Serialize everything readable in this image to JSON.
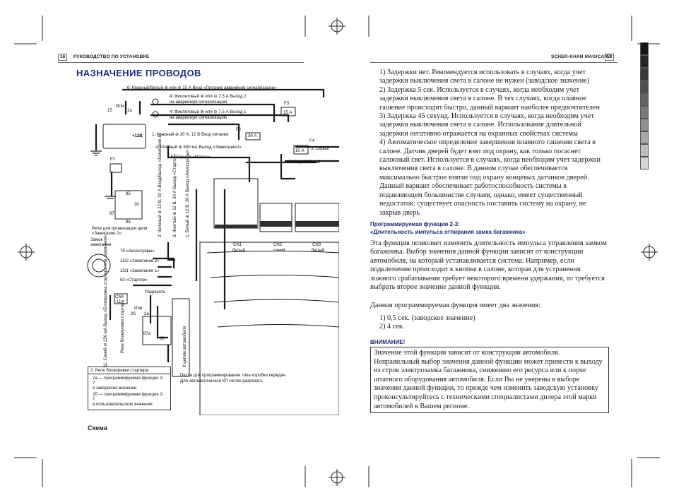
{
  "left_page": {
    "page_number": "16",
    "header": "РУКОВОДСТВО ПО УСТАНОВКЕ",
    "title": "НАЗНАЧЕНИЕ ПРОВОДОВ",
    "caption": "Схема",
    "diagram": {
      "wires_top": [
        "6: Красный/белый ⊕ или ⊖ 15 А Вход «Питание аварийной сигнализации»",
        "4: Фиолетовый ⊕ или ⊖ 7,5 А Выход 2",
        "на аварийную сигнализацию",
        "4: Фиолетовый ⊕ или ⊖ 7,5 А Выход 1",
        "на аварийную сигнализацию",
        "1: Красный ⊕ 30 А, 12 В Вход питания",
        "4: Розовый ⊕ 500 мА Выход «Зажигание2»",
        "5: Черный «Масса»",
        "3: Серый",
        "2: Серый/белый"
      ],
      "labels": {
        "ili": "Или",
        "t15": "15",
        "t1a": "1а",
        "battery": "+12В",
        "fuse_f1": "F1",
        "fuse_f2": "F2",
        "fuse_f3": "F3",
        "fuse_f4": "F4",
        "f2_val": "30 А",
        "f3_val": "15 А",
        "f4_val": "10 А",
        "r85": "85",
        "r30": "30",
        "r87": "87",
        "r86": "86",
        "relay_caption": "Реле для организации цепи «Зажигание 2»",
        "lock_caption": "Замок зажигания",
        "pin75": "75 «Аксессуары»",
        "pin152": "15/2 «Зажигание 2»",
        "pin151": "15/1 «Зажигание 1»",
        "pin50": "50 «Стартер»",
        "cut": "Разрезать",
        "cn4": "CN4 -11-",
        "ili2": "Или",
        "r2b": "2б",
        "r2a": "2а",
        "r87a": "87а",
        "r30b": "30",
        "starter_relay": "Реле блокировки стартера",
        "wire11": "11: Синий ⊖ 250 мА Выход «Блокировка стартера или зажигания»",
        "to_car": "К цепям автомобиля",
        "v_wires": [
          "2: Зеленый ⊕ 12 В, 30 А Вход/Выход «Зажигание 1»",
          "3: Желтый ⊕ 12 В, 30 А Выход «Стартер»",
          "1: Белый ⊕ 12 В, 30 А Выход «Аксессуары»"
        ],
        "cn1": "CN1",
        "cn1_sub": "белый",
        "cn2": "CN2",
        "cn2_sub": "синий",
        "cn3": "CN3",
        "cn3_sub": "белый",
        "loop_line1": "Петля для программирования типа коробки передач.",
        "loop_line2": "Для автоматической КП петлю разрезать",
        "relay_box_title": "2. Реле блокировки стартера",
        "relay_2a": "2а — программируемая функция 2-7",
        "relay_2a_sub": "в заводском значении",
        "relay_2b": "2б — программируемая функция 2-7",
        "relay_2b_sub": "в пользовательском значении"
      }
    }
  },
  "right_page": {
    "page_number": "53",
    "header": "SCHER-KHAN MAGICAR 7",
    "delay_items": [
      "1)  Задержки нет. Рекомендуется использовать в случаях, когда учет задержки выключения света в салоне не нужен (заводское значение)",
      "2)  Задержка 5 сек. Используется в случаях, когда необходим учет задержки выключения света в салоне. В тех случаях, когда плавное гашение происходит быстро, данный вариант наиболее предпочтителен",
      "3)  Задержка 45 секунд. Используется в случаях, когда необходим учет задержки выключения света в салоне. Использование длительной задержки негативно отражается на охранных свойствах системы",
      "4)  Автоматическое определение завершения плавного гашения света в салоне. Датчик дверей будет взят под охрану, как только погаснет салонный свет. Используется в случаях, когда необходим учет задержки выключения света в салоне. В данном случае обеспечивается максимально быстрое взятие под охрану концевых датчиков дверей. Данный вариант обеспечивает работоспособность системы в подавляющем большинстве случаев, однако, имеет существенный недостаток: существует опасность поставить систему на охрану, не закрыв дверь"
    ],
    "func_heading_1": "Программируемая функция 2-3:",
    "func_heading_2": "«Длительность импульса отпирания замка багажника»",
    "func_para_1": "Эта функция позволяет изменить длительность импульса управления замком багажника. Выбор значения данной функции зависит от конструкции автомобиля, на который устанавливается система. Например, если подключение происходит к кнопке в салоне, которая для устранения ложного срабатывания требует некоторого времени удержания, то требуется выбрать второе значение данной функции.",
    "func_para_2": "Данная программируемая функция имеет два значения:",
    "values": [
      "1)  0,5 сек. (заводское значение)",
      "2)  4 сек."
    ],
    "warning_title": "ВНИМАНИЕ!",
    "warning_text": "Значение этой функции зависит от конструкции автомобиля. Неправильный выбор значения данной функции может привести к выходу из строя электрозамка багажника, снижению его ресурса или к порче штатного оборудования автомобиля. Если Вы не уверены в выборе значения данной функции, то прежде чем изменить заводскую установку проконсультируйтесь с техническими специалистами дилера этой марки автомобилей в Вашем регионе."
  },
  "colors": {
    "accent_blue": "#1c2f74",
    "swatches": [
      "#141414",
      "#262626",
      "#3a3a3a",
      "#4e4e4e",
      "#636363",
      "#797979",
      "#8f8f8f",
      "#a6a6a6",
      "#bdbdbd",
      "#d4d4d4"
    ]
  }
}
